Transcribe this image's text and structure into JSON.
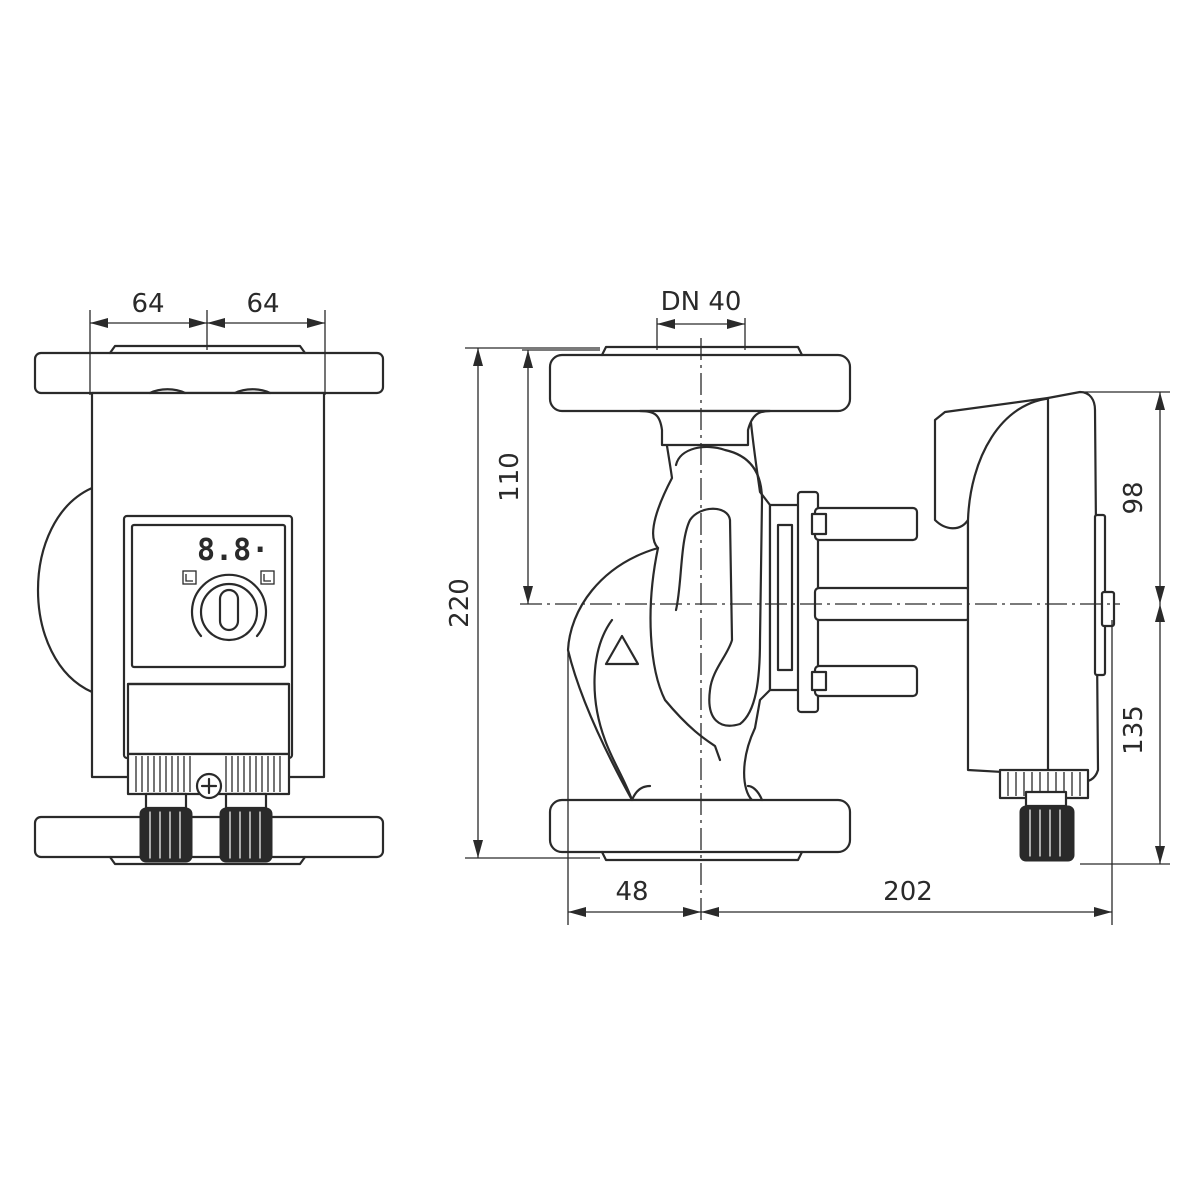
{
  "front_view": {
    "dim_left": "64",
    "dim_right": "64",
    "display_readout": "8.8·"
  },
  "side_view": {
    "dim_nominal_size": "DN 40",
    "dim_flange_axis_to_top": "110",
    "dim_overall_height": "220",
    "dim_axis_to_top_module": "98",
    "dim_axis_to_bottom": "135",
    "dim_left_to_axis": "48",
    "dim_axis_to_back": "202"
  }
}
